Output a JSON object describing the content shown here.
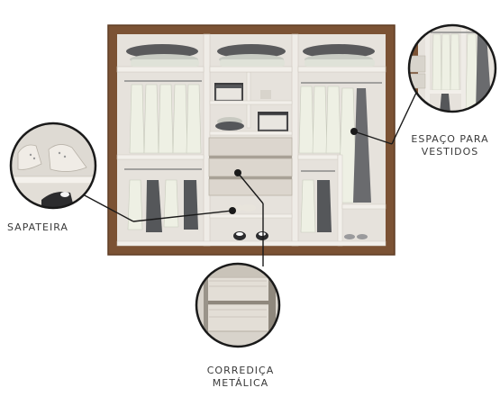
{
  "callouts": {
    "dresses": {
      "line1": "ESPAÇO PARA",
      "line2": "VESTIDOS"
    },
    "shoes": {
      "line1": "SAPATEIRA"
    },
    "slide": {
      "line1": "CORREDIÇA",
      "line2": "METÁLICA"
    }
  },
  "colors": {
    "wood": "#7b5234",
    "wood_dark": "#5e3c24",
    "interior": "#e6e2dc",
    "shelf": "#efece7",
    "drawer": "#dcd6ce",
    "callout_line": "#1a1a1a"
  }
}
